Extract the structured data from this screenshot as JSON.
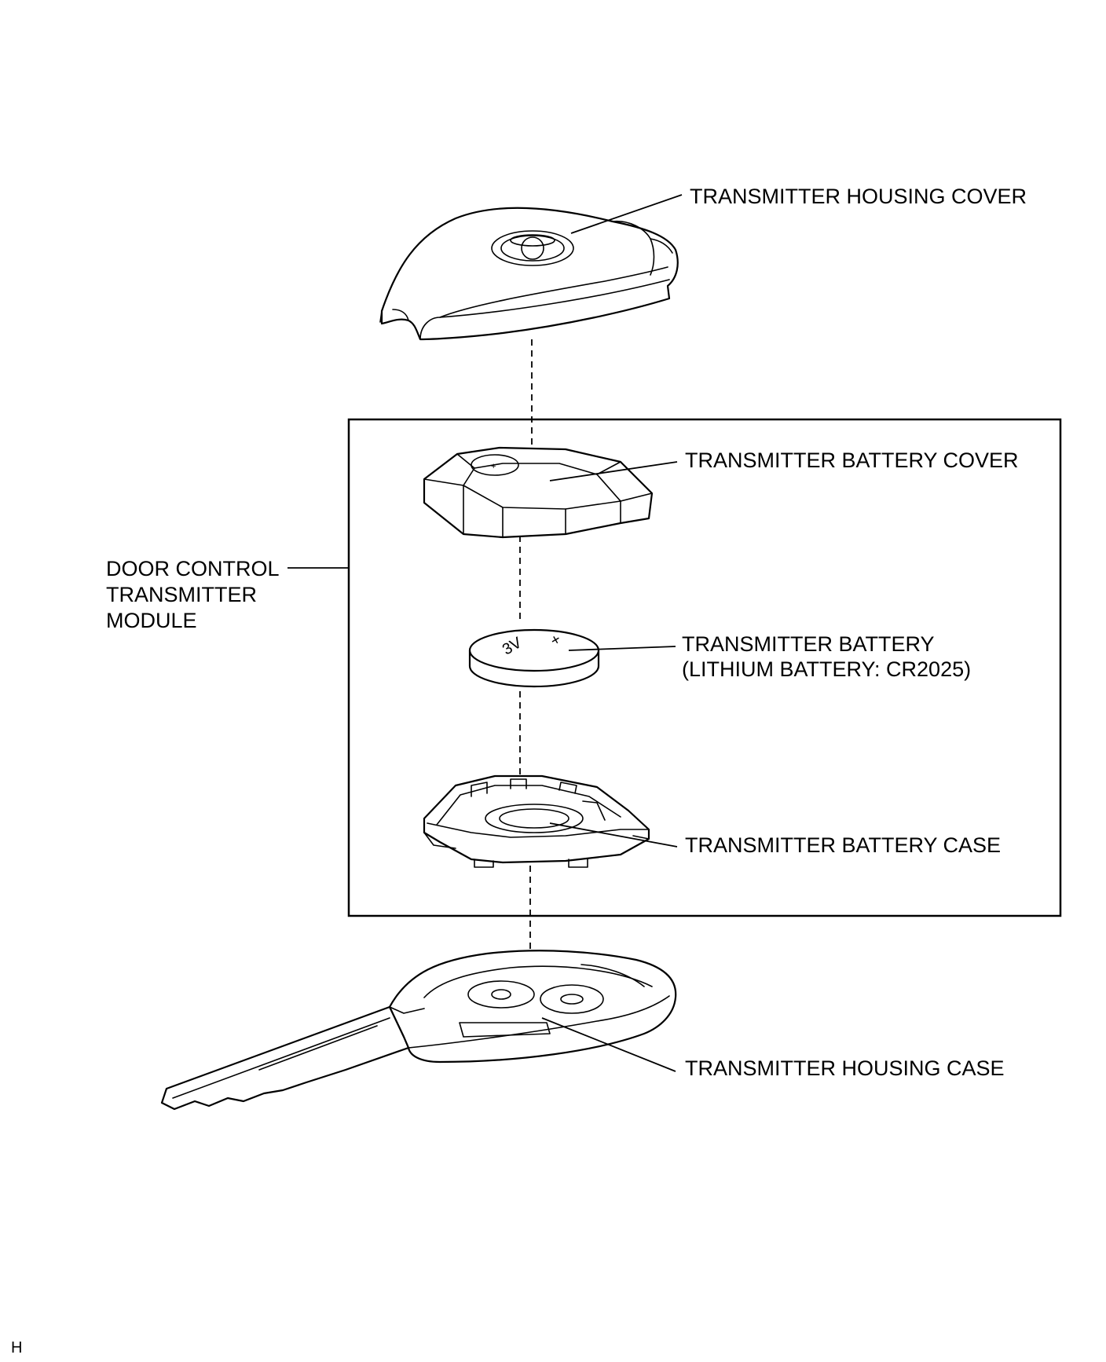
{
  "labels": {
    "housing_cover": "TRANSMITTER HOUSING COVER",
    "battery_cover": "TRANSMITTER BATTERY COVER",
    "module_line1": "DOOR CONTROL",
    "module_line2": "TRANSMITTER",
    "module_line3": "MODULE",
    "battery_line1": "TRANSMITTER BATTERY",
    "battery_line2": "(LITHIUM BATTERY: CR2025)",
    "battery_case": "TRANSMITTER BATTERY CASE",
    "housing_case": "TRANSMITTER HOUSING CASE",
    "corner_mark": "H"
  },
  "battery_markings": {
    "voltage": "3V",
    "polarity": "+"
  },
  "colors": {
    "line": "#000000",
    "background": "#ffffff"
  }
}
